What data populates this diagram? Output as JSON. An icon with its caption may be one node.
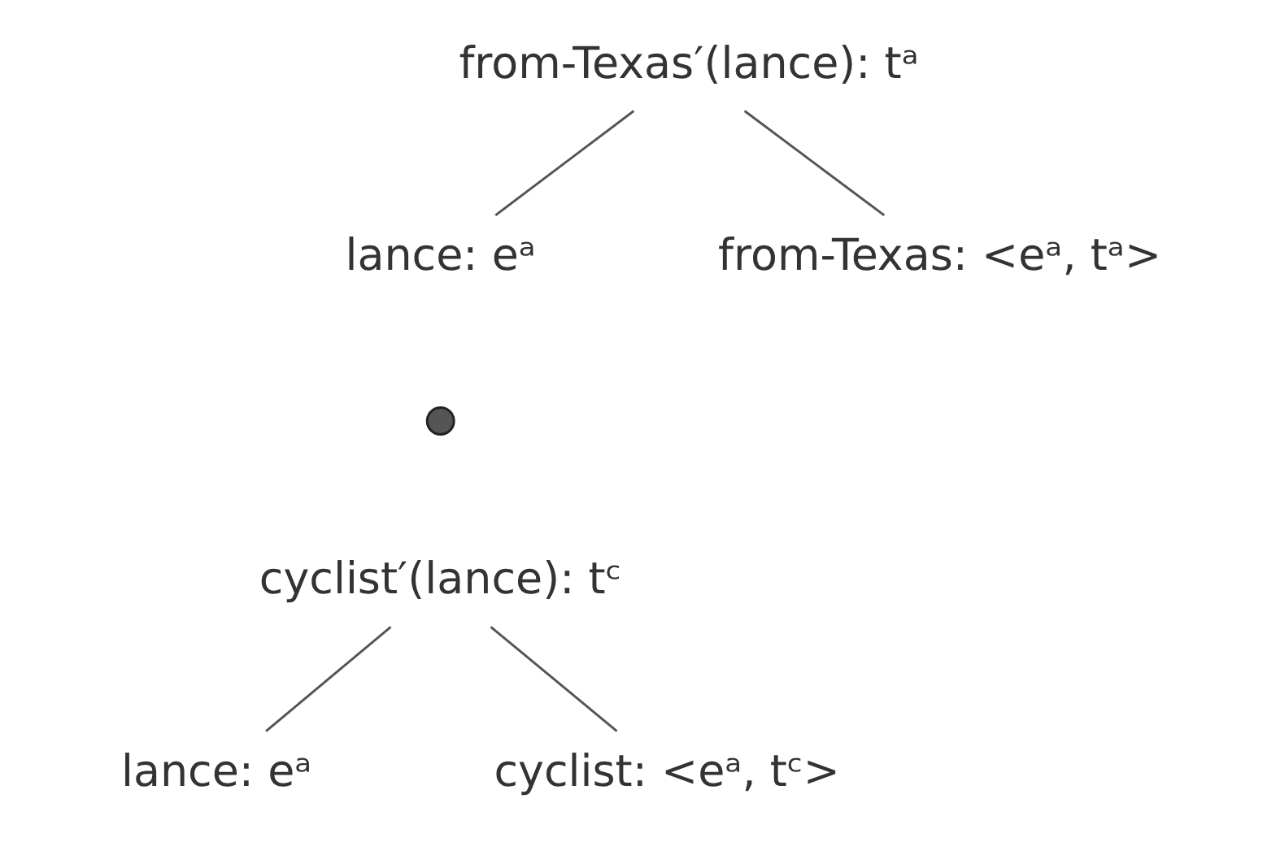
{
  "diagram": {
    "nodes": [
      {
        "text": [
          "from-Texas′(lance): tᵃ"
        ]
      },
      {
        "text": [
          "lance: eᵃ"
        ]
      },
      {
        "text": [
          "from-Texas: <eᵃ, tᵃ>"
        ]
      },
      {
        "text": [],
        "shape": "circle"
      },
      {
        "text": [
          "cyclist′(lance): tᶜ"
        ]
      },
      {
        "text": [
          "lance: eᵃ"
        ]
      },
      {
        "text": [
          "cyclist: <eᵃ, tᶜ>"
        ]
      }
    ],
    "edges": [
      {
        "from": 0,
        "to": 1,
        "arrow": "none"
      },
      {
        "from": 0,
        "to": 2,
        "arrow": "none"
      },
      {
        "from": 4,
        "to": 5,
        "arrow": "none"
      },
      {
        "from": 4,
        "to": 6,
        "arrow": "none"
      }
    ]
  }
}
